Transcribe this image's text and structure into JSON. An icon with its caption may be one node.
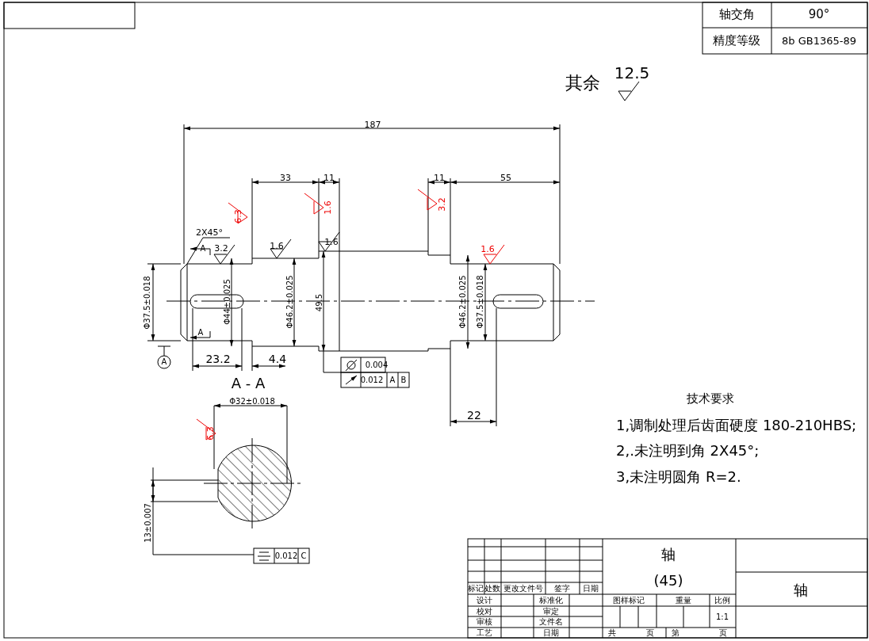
{
  "diagram": {
    "labels": [
      "轴交角",
      "90°",
      "精度等级",
      "8b GB1365-89",
      "其余",
      "12.5",
      "187",
      "33",
      "11",
      "11",
      "55",
      "6.3",
      "1.6",
      "3.2",
      "2X45°",
      "A",
      "3.2",
      "1.6",
      "1.6",
      "1.6",
      "Φ37.5±0.018",
      "Φ44±0.025",
      "Φ46.2±0.025",
      "49.5",
      "Φ46.2±0.025",
      "Φ37.5±0.018",
      "A",
      "A",
      "23.2",
      "4.4",
      "0.004",
      "0.012",
      "A",
      "B",
      "A - A",
      "22",
      "技术要求",
      "1,调制处理后齿面硬度 180-210HBS;",
      "2,.未注明到角 2X45°;",
      "3,未注明圆角 R=2.",
      "Φ32±0.018",
      "6.3",
      "13±0.007",
      "0.012",
      "C",
      "轴",
      "(45)",
      "轴",
      "标记",
      "处数",
      "更改文件号",
      "签字",
      "日期",
      "设计",
      "标准化",
      "校对",
      "审定",
      "审核",
      "文件名",
      "工艺",
      "日期",
      "图样标记",
      "重量",
      "比例",
      "1:1",
      "共",
      "页",
      "第",
      "页"
    ]
  }
}
